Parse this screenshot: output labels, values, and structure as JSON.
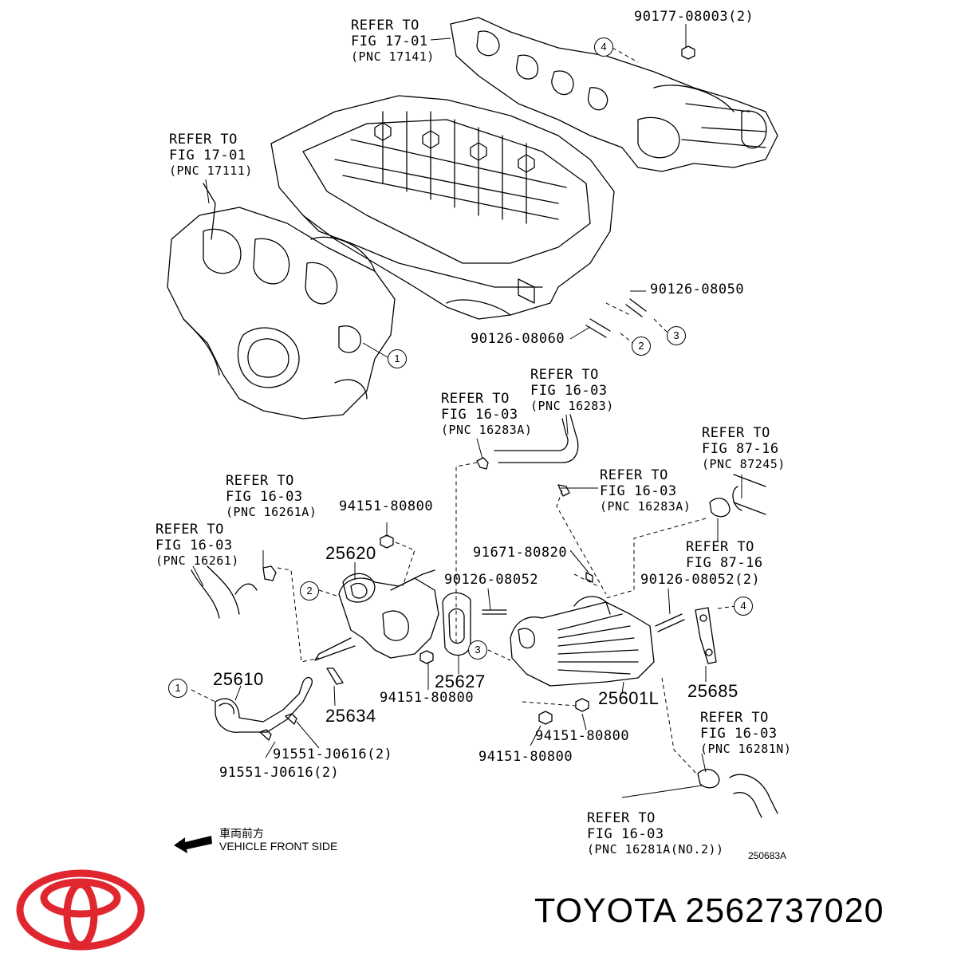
{
  "labels": {
    "p90177": "90177-08003(2)",
    "p90126_050": "90126-08050",
    "p90126_060": "90126-08060",
    "p94151_a": "94151-80800",
    "p91671": "91671-80820",
    "p90126_052": "90126-08052",
    "p90126_052_2": "90126-08052(2)",
    "p94151_b": "94151-80800",
    "p94151_c": "94151-80800",
    "p94151_d": "94151-80800",
    "p91551_a": "91551-J0616(2)",
    "p91551_b": "91551-J0616(2)"
  },
  "parts": {
    "n25620": "25620",
    "n25610": "25610",
    "n25634": "25634",
    "n25627": "25627",
    "n25601L": "25601L",
    "n25685": "25685"
  },
  "refs": {
    "r1": {
      "a": "REFER TO",
      "b": "FIG 17-01",
      "c": "(PNC 17141)"
    },
    "r2": {
      "a": "REFER TO",
      "b": "FIG 17-01",
      "c": "(PNC 17111)"
    },
    "r3": {
      "a": "REFER TO",
      "b": "FIG 16-03",
      "c": "(PNC 16283A)"
    },
    "r4": {
      "a": "REFER TO",
      "b": "FIG 16-03",
      "c": "(PNC 16283)"
    },
    "r5": {
      "a": "REFER TO",
      "b": "FIG 87-16",
      "c": "(PNC 87245)"
    },
    "r6": {
      "a": "REFER TO",
      "b": "FIG 16-03",
      "c": "(PNC 16283A)"
    },
    "r7": {
      "a": "REFER TO",
      "b": "FIG 16-03",
      "c": "(PNC 16261A)"
    },
    "r8": {
      "a": "REFER TO",
      "b": "FIG 16-03",
      "c": "(PNC 16261)"
    },
    "r9": {
      "a": "REFER TO",
      "b": "FIG 87-16",
      "c": ""
    },
    "r10": {
      "a": "REFER TO",
      "b": "FIG 16-03",
      "c": "(PNC 16281N)"
    },
    "r11": {
      "a": "REFER TO",
      "b": "FIG 16-03",
      "c": "(PNC 16281A(NO.2))"
    }
  },
  "circles": {
    "c1a": "1",
    "c1b": "1",
    "c2a": "2",
    "c2b": "2",
    "c3a": "3",
    "c3b": "3",
    "c4a": "4",
    "c4b": "4"
  },
  "front": {
    "jp": "車両前方",
    "en": "VEHICLE FRONT SIDE"
  },
  "diagram_id": "250683A",
  "brand_text": "TOYOTA 2562737020",
  "colors": {
    "logo": "#e0262e",
    "line": "#000000"
  }
}
